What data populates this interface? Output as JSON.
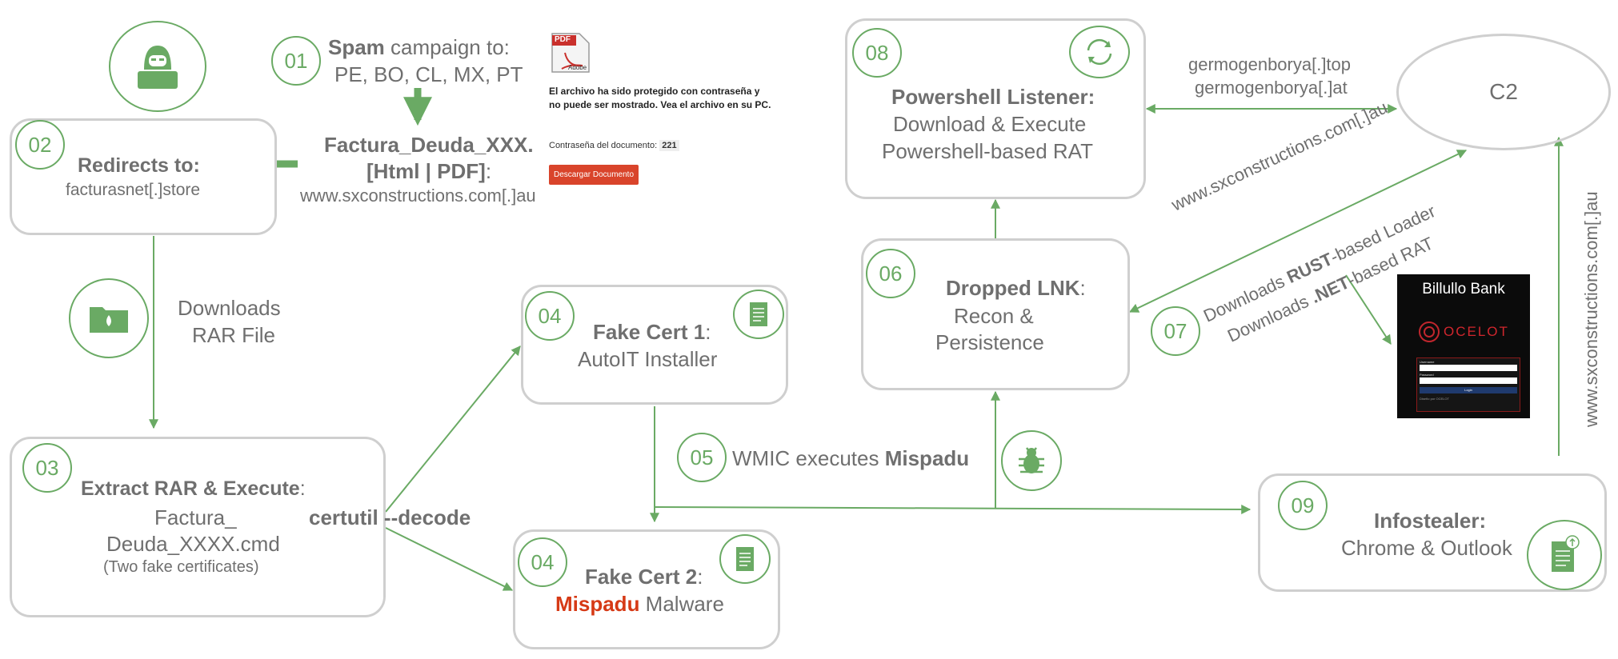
{
  "step01": {
    "num": "01",
    "bold": "Spam",
    "text": " campaign to:",
    "countries": "PE, BO, CL, MX, PT"
  },
  "file": {
    "line1": "Factura_Deuda_XXX.",
    "line2a": "[Html | PDF]",
    "line2b": ":",
    "url": "www.sxconstructions.com[.]au"
  },
  "pdf": {
    "badge": "PDF",
    "brand": "Adobe",
    "message": "El archivo ha sido protegido con contraseña y no puede ser mostrado. Vea el archivo en su PC.",
    "pw_label": "Contraseña del documento:",
    "pw_value": "221",
    "button": "Descargar Documento"
  },
  "step02": {
    "num": "02",
    "title": "Redirects to:",
    "domain": "facturasnet[.]store"
  },
  "download": {
    "line1": "Downloads",
    "line2": "RAR File"
  },
  "step03": {
    "num": "03",
    "title": "Extract RAR & Execute",
    "colon": ":",
    "file1": "Factura_",
    "file2": "Deuda_XXXX.cmd",
    "note": "(Two fake certificates)"
  },
  "certutil": {
    "bold": "certutil",
    "rest": " --decode"
  },
  "step04a": {
    "num": "04",
    "title": "Fake Cert 1",
    "colon": ":",
    "sub": "AutoIT Installer"
  },
  "step04b": {
    "num": "04",
    "title": "Fake Cert 2",
    "colon": ":",
    "red": "Mispadu",
    "sub": " Malware"
  },
  "step05": {
    "num": "05",
    "text": "WMIC executes ",
    "bold": "Mispadu"
  },
  "step06": {
    "num": "06",
    "title": "Dropped LNK",
    "colon": ":",
    "line2": "Recon &",
    "line3": "Persistence"
  },
  "step07": {
    "num": "07",
    "url": "www.sxconstructions.com[.]au",
    "l1a": "Downloads ",
    "l1b": "RUST",
    "l1c": "-based Loader",
    "l2a": "Downloads ",
    "l2b": ".NET",
    "l2c": "-based RAT"
  },
  "step08": {
    "num": "08",
    "title": "Powershell Listener:",
    "line2": "Download & Execute",
    "line3": "Powershell-based RAT"
  },
  "c2": {
    "label": "C2",
    "domain1": "germogenborya[.]top",
    "domain2": "germogenborya[.]at"
  },
  "step09": {
    "num": "09",
    "title": "Infostealer:",
    "sub": "Chrome & Outlook",
    "vertical_url": "www.sxconstructions.com[.]au"
  },
  "bank": {
    "title": "Billullo Bank",
    "logo": "OCELOT",
    "user_label": "Username",
    "pass_label": "Password",
    "button": "Login",
    "footer": "Diseño por OCELOT"
  },
  "colors": {
    "green": "#6aaa64",
    "border": "#cfcfcf",
    "text": "#6f6f6f",
    "red": "#d63a16",
    "adobe": "#c9302c"
  }
}
